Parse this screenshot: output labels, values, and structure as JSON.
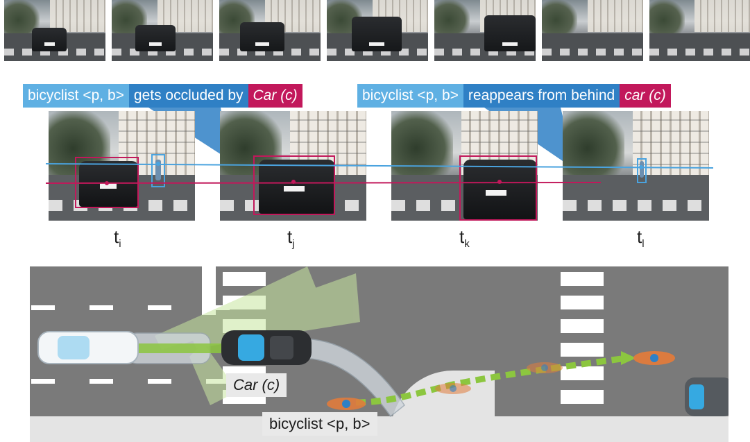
{
  "strip": {
    "count": 7
  },
  "header": {
    "left": {
      "subject": "bicyclist <p, b>",
      "relation": "gets occluded by",
      "object": "Car (c)"
    },
    "right": {
      "subject": "bicyclist <p, b>",
      "relation": "reappears from behind",
      "object": "car (c)"
    }
  },
  "frames": [
    {
      "label": "t",
      "sub": "i"
    },
    {
      "label": "t",
      "sub": "j"
    },
    {
      "label": "t",
      "sub": "k"
    },
    {
      "label": "t",
      "sub": "l"
    }
  ],
  "diagram": {
    "car_label": "Car (c)",
    "bicyclist_label": "bicyclist <p, b>"
  },
  "colors": {
    "bicyclist_light": "#5fb0e3",
    "bicyclist_dark": "#2f80c5",
    "car": "#c2185b",
    "track_green": "#8cc63f",
    "road": "#7a7a7a"
  }
}
